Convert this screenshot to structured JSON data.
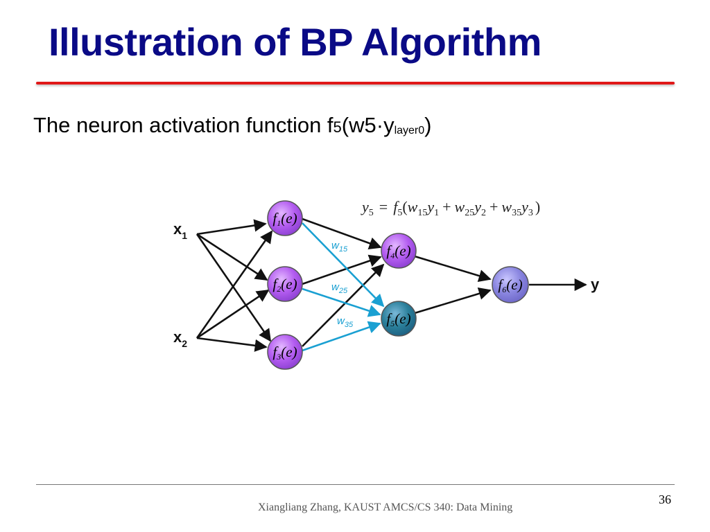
{
  "slide": {
    "title": "Illustration of BP Algorithm",
    "body": {
      "prefix": "The neuron activation function f",
      "f_sub": "5",
      "open": "(w5",
      "dot": "·",
      "y": "y",
      "y_sub": "layer0",
      "close": ")"
    },
    "page_number": "36",
    "footer": "Xiangliang Zhang, KAUST AMCS/CS 340: Data Mining"
  },
  "diagram": {
    "inputs": [
      {
        "name": "x",
        "sub": "1"
      },
      {
        "name": "x",
        "sub": "2"
      }
    ],
    "output": {
      "name": "y"
    },
    "nodes": [
      {
        "id": "n1",
        "f": "f",
        "sub": "1",
        "arg": "(e)"
      },
      {
        "id": "n2",
        "f": "f",
        "sub": "2",
        "arg": "(e)"
      },
      {
        "id": "n3",
        "f": "f",
        "sub": "3",
        "arg": "(e)"
      },
      {
        "id": "n4",
        "f": "f",
        "sub": "4",
        "arg": "(e)"
      },
      {
        "id": "n5",
        "f": "f",
        "sub": "5",
        "arg": "(e)"
      },
      {
        "id": "n6",
        "f": "f",
        "sub": "6",
        "arg": "(e)"
      }
    ],
    "weights": [
      {
        "w": "w",
        "sub": "15"
      },
      {
        "w": "w",
        "sub": "25"
      },
      {
        "w": "w",
        "sub": "35"
      }
    ],
    "equation": {
      "lhs": "y",
      "lhs_sub": "5",
      "eq": "=",
      "f": "f",
      "f_sub": "5",
      "open": "(",
      "t1_w": "w",
      "t1_w_sub": "15",
      "t1_y": "y",
      "t1_y_sub": "1",
      "plus1": "+",
      "t2_w": "w",
      "t2_w_sub": "25",
      "t2_y": "y",
      "t2_y_sub": "2",
      "plus2": "+",
      "t3_w": "w",
      "t3_w_sub": "35",
      "t3_y": "y",
      "t3_y_sub": "3",
      "close": ")"
    },
    "colors": {
      "purple_node": "#b35cf0",
      "teal_node": "#2a7f9a",
      "output_node": "#8a86e0",
      "highlight_edge": "#1aa0d2",
      "black_edge": "#111111"
    }
  }
}
